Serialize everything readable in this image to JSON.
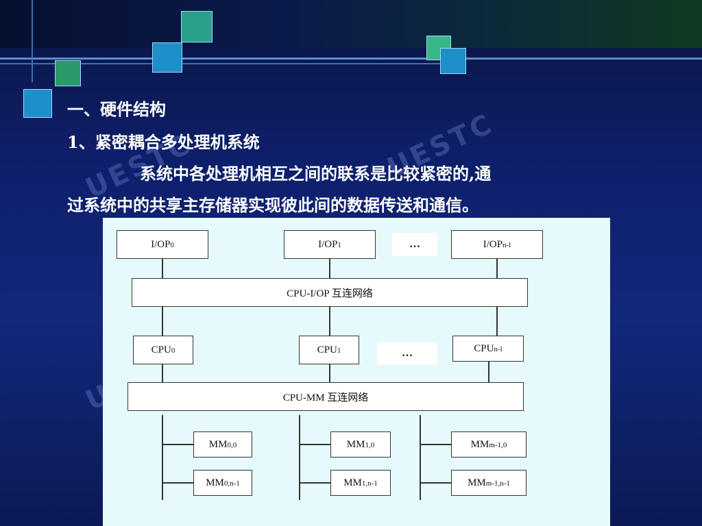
{
  "heading": "一、硬件结构",
  "subheading": "1、紧密耦合多处理机系统",
  "paragraph_line1": "系统中各处理机相互之间的联系是比较紧密的,通",
  "paragraph_line2": "过系统中的共享主存储器实现彼此间的数据传送和通信。",
  "watermark": "UESTC",
  "diagram": {
    "iop": [
      {
        "name": "I/OP",
        "sub": "0"
      },
      {
        "name": "I/OP",
        "sub": "1"
      },
      {
        "name": "I/OP",
        "sub": "n-l"
      }
    ],
    "iop_dots": "…",
    "cpu_iop_net": "CPU-I/OP 互连网络",
    "cpu": [
      {
        "name": "CPU",
        "sub": "0"
      },
      {
        "name": "CPU",
        "sub": "1"
      },
      {
        "name": "CPU ",
        "sub": "n-l"
      }
    ],
    "cpu_dots": "…",
    "cpu_mm_net": "CPU-MM  互连网络",
    "mm": [
      {
        "name": "MM",
        "sub": "0,0"
      },
      {
        "name": "MM",
        "sub": "1,0"
      },
      {
        "name": "MM ",
        "sub": "m-1,0"
      },
      {
        "name": "MM",
        "sub": "0,n-1"
      },
      {
        "name": "MM",
        "sub": "1,n-1"
      },
      {
        "name": "MM",
        "sub": "m-1,n-1"
      }
    ]
  },
  "colors": {
    "background": "#12287c",
    "panel": "#e6fafb",
    "text": "#ffffff"
  }
}
